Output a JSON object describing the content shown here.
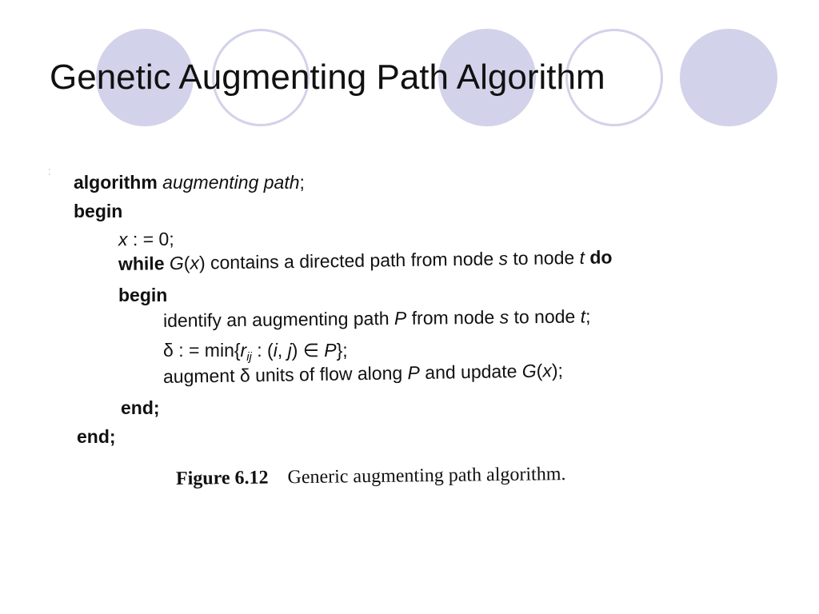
{
  "slide": {
    "title": "Genetic Augmenting Path Algorithm"
  },
  "decor": {
    "circle_fill_color": "#d2d2ea",
    "circles": [
      "filled",
      "ring",
      "filled",
      "ring",
      "filled"
    ]
  },
  "algorithm": {
    "line1": {
      "kw": "algorithm",
      "name": "augmenting path",
      "end": ";"
    },
    "line2": {
      "kw": "begin"
    },
    "line3": {
      "var": "x",
      "rest": " : = 0;"
    },
    "line4": {
      "kw": "while",
      "g": "G",
      "lp": "(",
      "x": "x",
      "rp": ")",
      "text": " contains a directed path from node ",
      "s": "s",
      "to": " to node ",
      "t": "t",
      "do": " do"
    },
    "line5": {
      "kw": "begin"
    },
    "line6": {
      "text": "identify an augmenting path ",
      "p": "P",
      "mid": " from node ",
      "s": "s",
      "to": " to node ",
      "t": "t",
      "end": ";"
    },
    "line7": {
      "delta": "δ : = min{",
      "r": "r",
      "sub": "ij",
      "mid": " : (",
      "i": "i",
      "comma": ", ",
      "j": "j",
      "in": ") ∈ ",
      "p": "P",
      "end": "};"
    },
    "line8": {
      "text": "augment δ units of flow along ",
      "p": "P",
      "mid": " and update ",
      "g": "G",
      "lp": "(",
      "x": "x",
      "rp": ");"
    },
    "line9": {
      "kw": "end;"
    },
    "line10": {
      "kw": "end;"
    }
  },
  "caption": {
    "figure": "Figure 6.12",
    "text": "Generic augmenting path algorithm."
  }
}
